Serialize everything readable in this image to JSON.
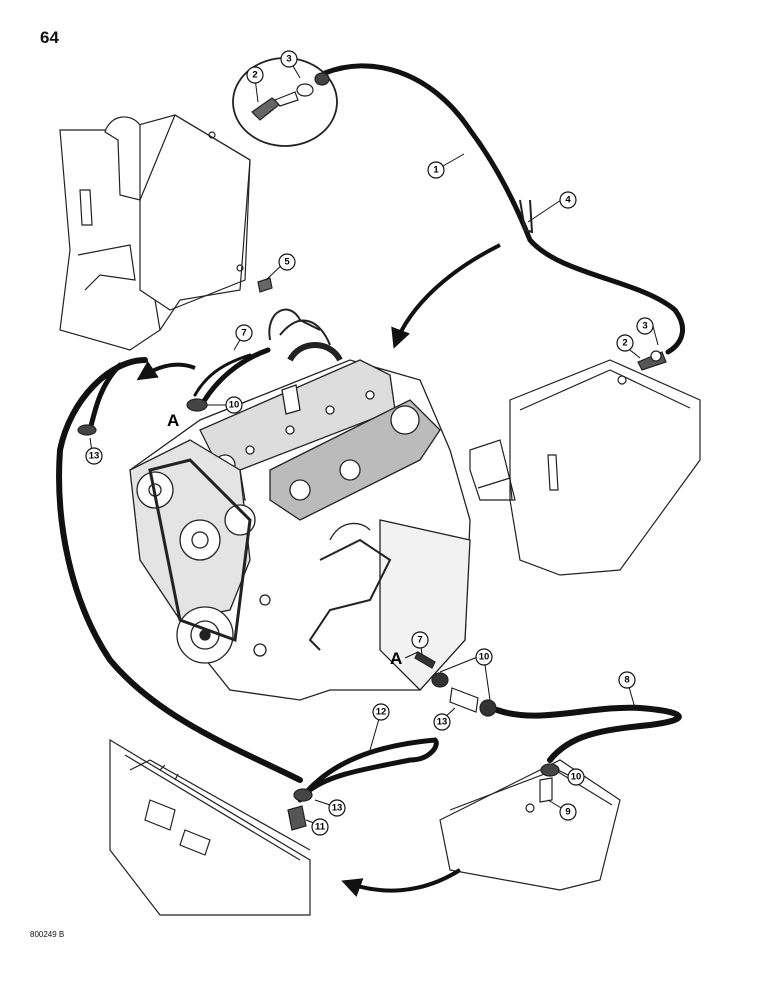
{
  "page": {
    "number": "64",
    "figure_code": "800249 B"
  },
  "view_marker": "A",
  "callouts": [
    "1",
    "2",
    "3",
    "4",
    "5",
    "7",
    "8",
    "9",
    "10",
    "11",
    "12",
    "13"
  ]
}
